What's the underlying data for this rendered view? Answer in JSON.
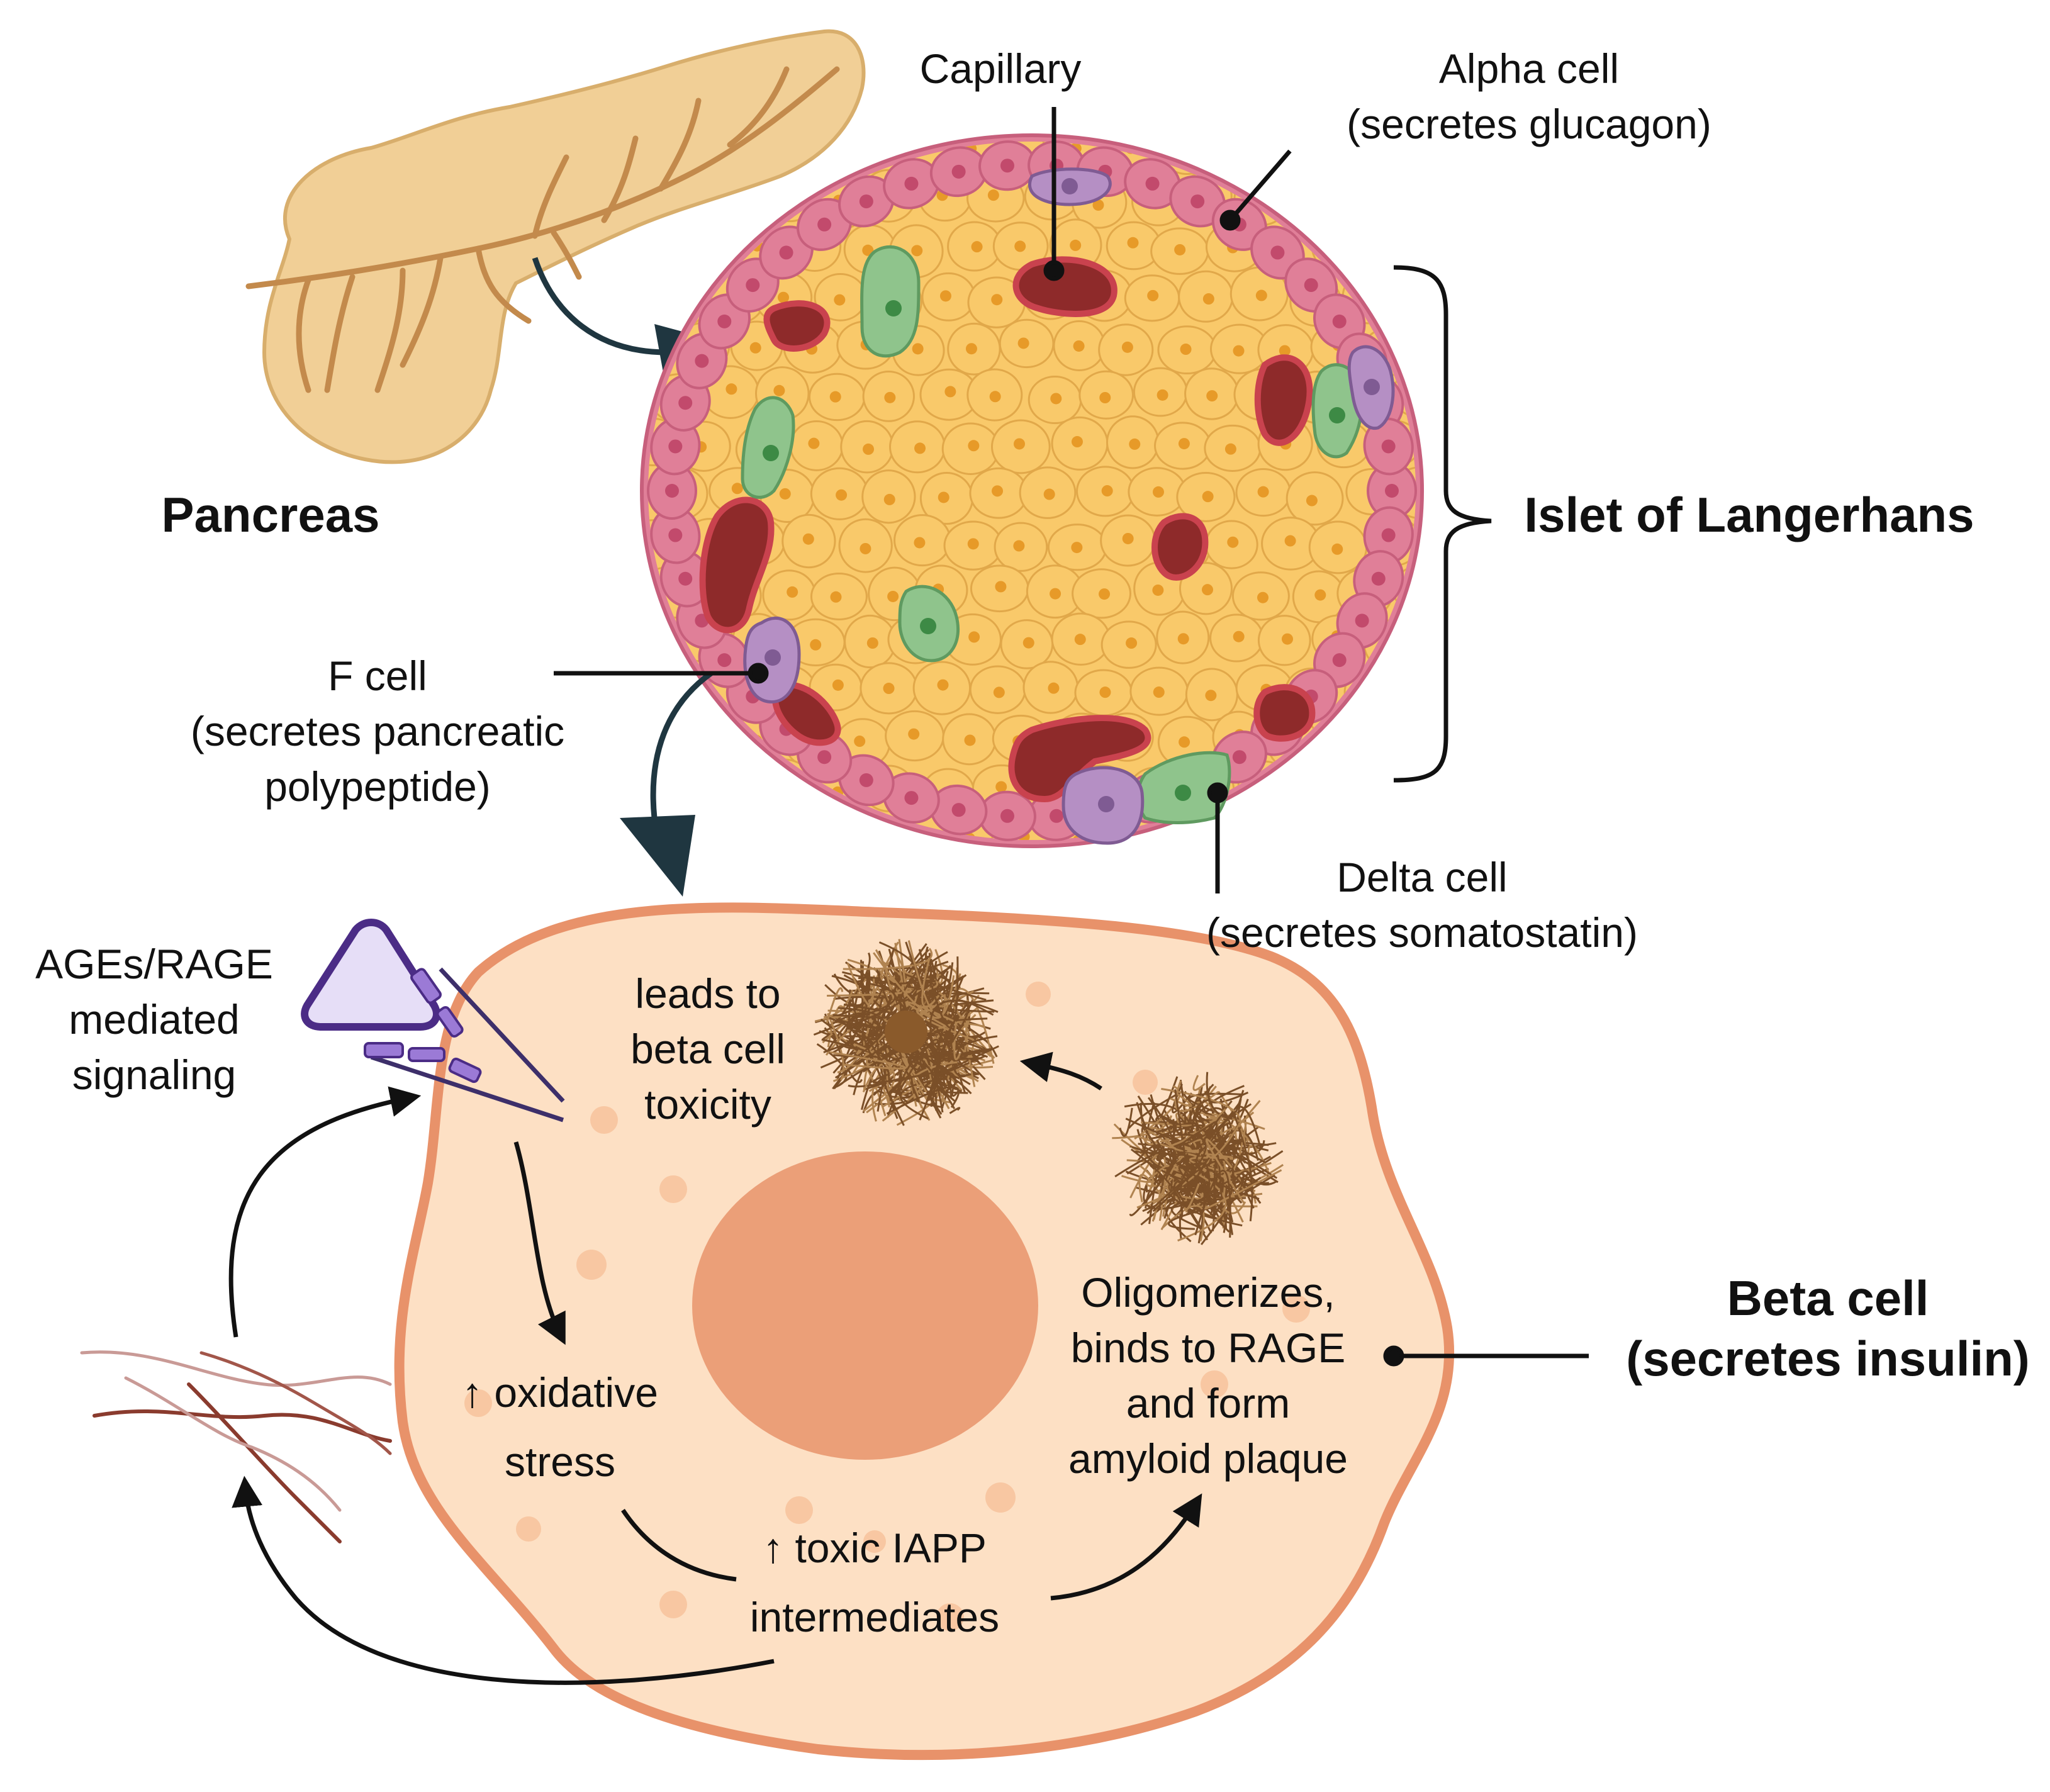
{
  "labels": {
    "capillary": "Capillary",
    "alpha": [
      "Alpha cell",
      "(secretes glucagon)"
    ],
    "pancreas": "Pancreas",
    "islet": "Islet of Langerhans",
    "f_cell": [
      "F cell",
      "(secretes pancreatic",
      "polypeptide)"
    ],
    "delta": [
      "Delta cell",
      "(secretes somatostatin)"
    ],
    "ages": [
      "AGEs/RAGE",
      "mediated",
      "signaling"
    ],
    "toxicity": [
      "leads to",
      "beta cell",
      "toxicity"
    ],
    "oxidative": [
      "↑ oxidative",
      "stress"
    ],
    "oligomerizes": [
      "Oligomerizes,",
      "binds to RAGE",
      "and form",
      "amyloid plaque"
    ],
    "iapp": [
      "↑ toxic IAPP",
      "intermediates"
    ],
    "beta": [
      "Beta cell",
      "(secretes insulin)"
    ]
  },
  "colors": {
    "pancreas": "#f1cf96",
    "pancreas_vessel": "#c38a4c",
    "beta_cell_fill": "#f9c96a",
    "beta_cell_nucleus": "#e79a28",
    "alpha_cell_fill": "#e07f98",
    "delta_cell_fill": "#8fc48c",
    "f_cell_fill": "#b58fc4",
    "capillary_fill": "#8e2a2a",
    "cell_body": "#fde0c4",
    "cell_border": "#e8926a",
    "nucleus": "#eb9f78",
    "arrow_dark": "#1f3640",
    "arrow_black": "#111111",
    "receptor": "#9b7ad6",
    "ages_triangle": "#e6def7",
    "fibril": "#7a4f28"
  }
}
